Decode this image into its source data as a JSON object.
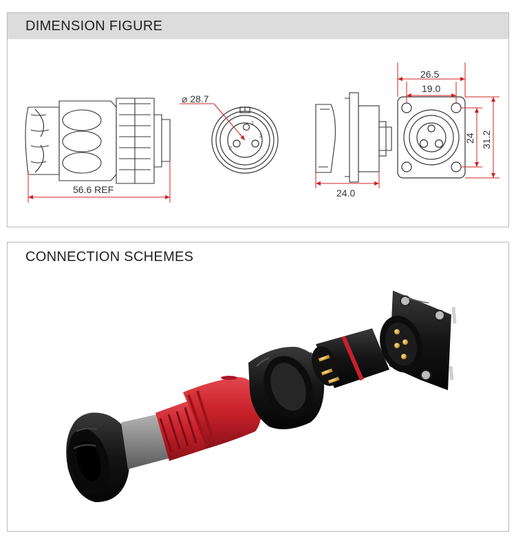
{
  "sections": {
    "dimension": {
      "title": "DIMENSION FIGURE"
    },
    "connection": {
      "title": "CONNECTION SCHEMES"
    }
  },
  "dimensions": {
    "plug_length": "56.6 REF",
    "diameter": "⌀ 28.7",
    "flange_depth": "24.0",
    "flange_width": "26.5",
    "hole_spacing": "19.0",
    "hole_spacing_v": "24",
    "flange_height": "31.2"
  },
  "pin_labels": [
    "1",
    "2",
    "3"
  ],
  "colors": {
    "header_bg": "#dcdcdc",
    "connector_red": "#c8202a",
    "connector_black": "#1a1a1a",
    "dimension_line": "#d02020"
  }
}
